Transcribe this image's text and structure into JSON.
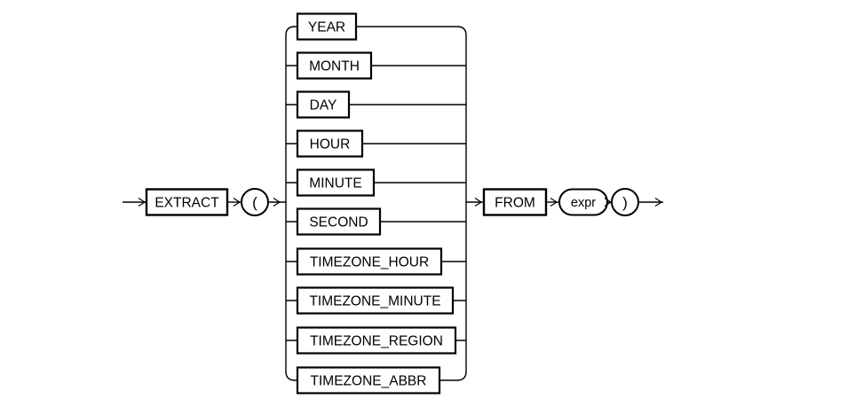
{
  "diagram": {
    "background_color": "#ffffff",
    "line_color": "#000000",
    "start_keyword": "EXTRACT",
    "open_paren": "(",
    "close_paren": ")",
    "branch_options": [
      "YEAR",
      "MONTH",
      "DAY",
      "HOUR",
      "MINUTE",
      "SECOND",
      "TIMEZONE_HOUR",
      "TIMEZONE_MINUTE",
      "TIMEZONE_REGION",
      "TIMEZONE_ABBR"
    ],
    "from_keyword": "FROM",
    "operand": "expr"
  }
}
